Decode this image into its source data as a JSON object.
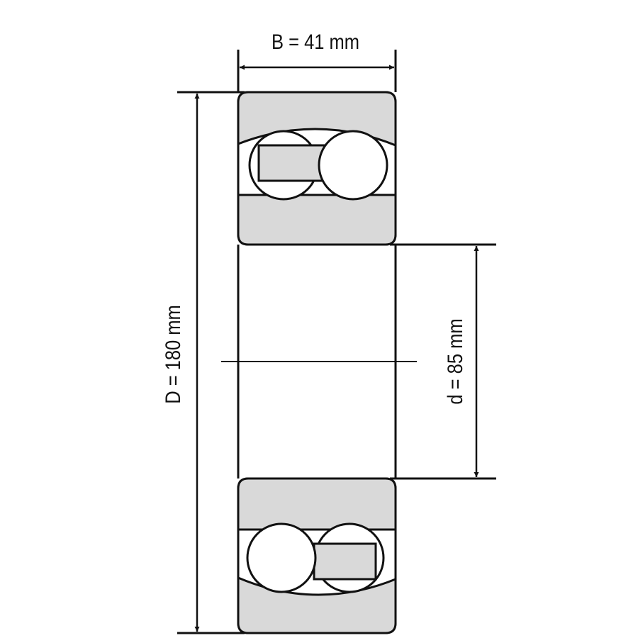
{
  "title": "Self-aligning ball bearing dimensions",
  "dimensions": {
    "width_label": "B = 41 mm",
    "outer_diameter_label": "D = 180 mm",
    "bore_diameter_label": "d = 85 mm"
  },
  "colors": {
    "ring_fill": "#d9d9d9",
    "line": "#111111",
    "background": "#ffffff"
  }
}
